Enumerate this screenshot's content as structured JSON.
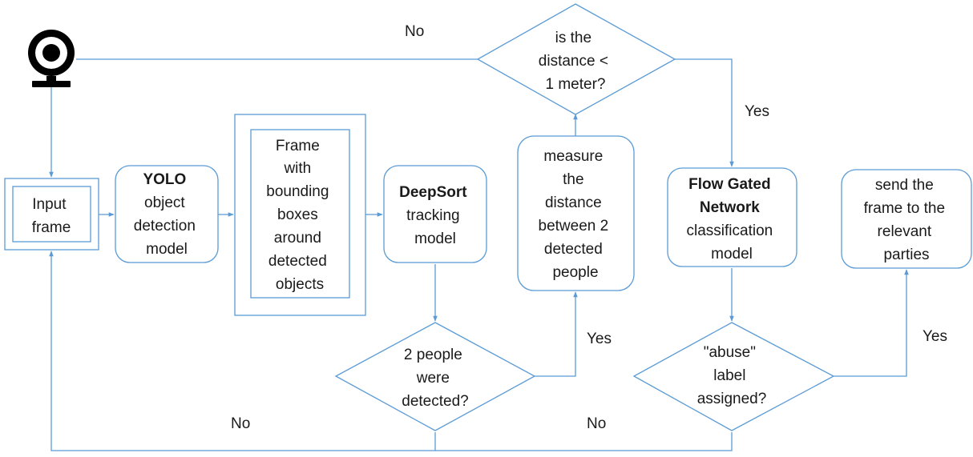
{
  "colors": {
    "line": "#5b9bd5",
    "text": "#1a1a1a",
    "icon": "#000000"
  },
  "icons": {
    "camera": "webcam-icon"
  },
  "nodes": {
    "input_frame": [
      "Input",
      "frame"
    ],
    "yolo": {
      "bold": "YOLO",
      "lines": [
        "object",
        "detection",
        "model"
      ]
    },
    "frame_boxes": [
      "Frame",
      "with",
      "bounding",
      "boxes",
      "around",
      "detected",
      "objects"
    ],
    "deepsort": {
      "bold": "DeepSort",
      "lines": [
        "tracking",
        "model"
      ]
    },
    "two_people": [
      "2 people",
      "were",
      "detected?"
    ],
    "measure": [
      "measure",
      "the",
      "distance",
      "between 2",
      "detected",
      "people"
    ],
    "distance_check": [
      "is the",
      "distance <",
      "1 meter?"
    ],
    "flow_gated": {
      "bold": [
        "Flow Gated",
        "Network"
      ],
      "lines": [
        "classification",
        "model"
      ]
    },
    "abuse": [
      "\"abuse\"",
      "label",
      "assigned?"
    ],
    "send": [
      "send the",
      "frame to the",
      "relevant",
      "parties"
    ]
  },
  "edge_labels": {
    "distance_no": "No",
    "distance_yes": "Yes",
    "people_yes": "Yes",
    "people_no": "No",
    "abuse_no": "No",
    "abuse_yes": "Yes"
  }
}
